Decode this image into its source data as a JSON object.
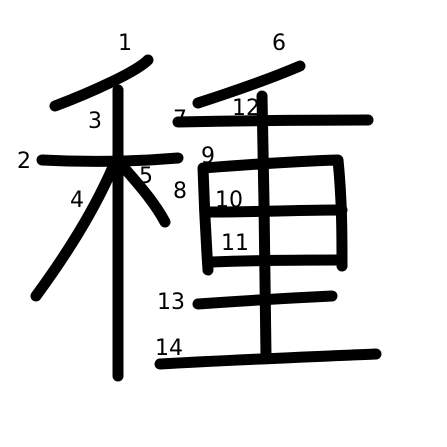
{
  "character": "種",
  "stroke_color": "#000000",
  "background_color": "#ffffff",
  "stroke_numbers": [
    "1",
    "2",
    "3",
    "4",
    "5",
    "6",
    "7",
    "8",
    "9",
    "10",
    "11",
    "12",
    "13",
    "14"
  ]
}
